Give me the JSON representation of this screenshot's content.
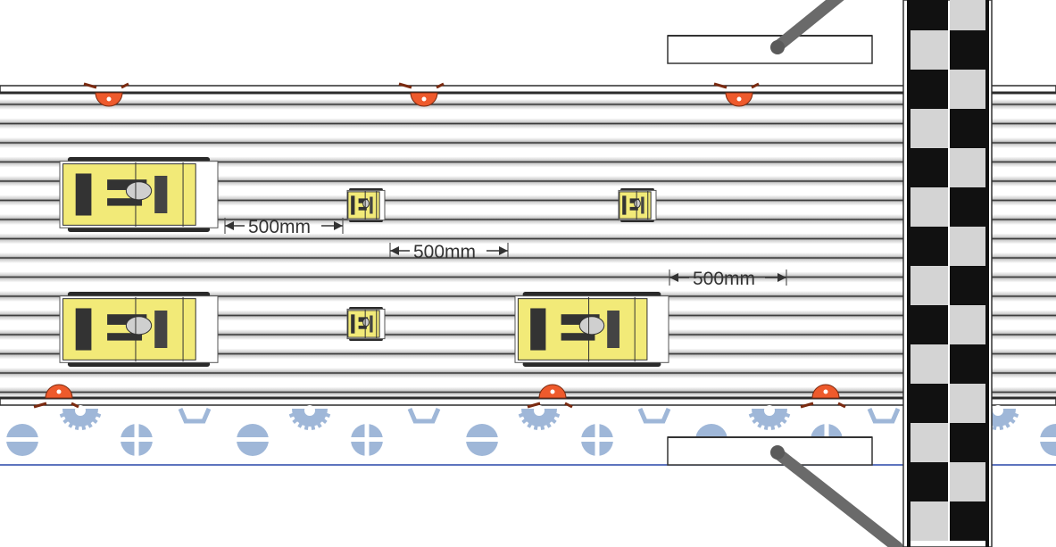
{
  "colors": {
    "background": "#ffffff",
    "stripe": "#262626",
    "rail": "#2b2b2b",
    "robot_body": "#f2ea78",
    "robot_track": "#2a2a2a",
    "bracket": "#ee5a2c",
    "pattern": "#9fb7d8",
    "baseline": "#2947a8",
    "checker_dark": "#111111",
    "checker_light": "#d4d4d4",
    "gate_arm": "#6a6a6a"
  },
  "dimensions": [
    {
      "label": "500mm"
    },
    {
      "label": "500mm"
    },
    {
      "label": "500mm"
    }
  ],
  "icons": {
    "bracket": "bracket-icon",
    "gear": "gear-icon",
    "screw": "screw-icon",
    "gate": "gate-icon"
  }
}
